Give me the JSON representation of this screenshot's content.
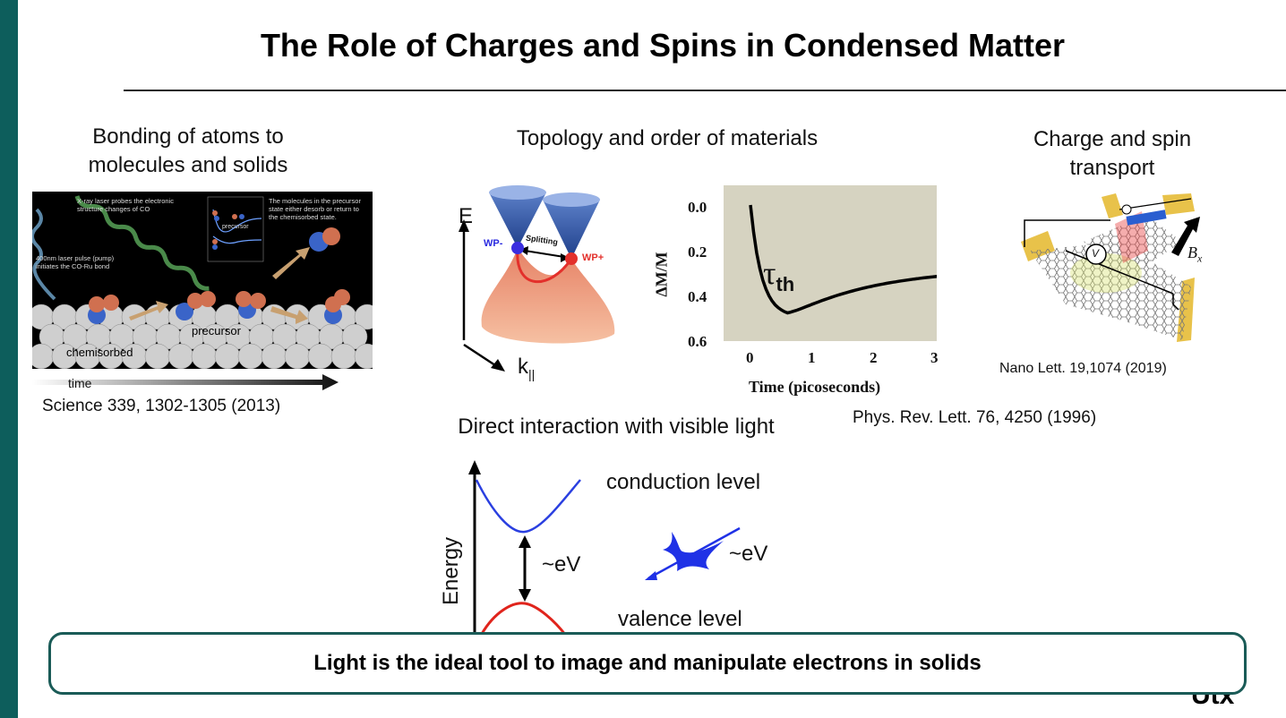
{
  "slide": {
    "title": "The Role of Charges and Spins in Condensed Matter",
    "caption": "Light is the ideal tool to image and manipulate electrons in solids",
    "corner_fragment": "Utx",
    "accent_color": "#0d5e5c"
  },
  "bonding": {
    "heading_line1": "Bonding of atoms to",
    "heading_line2": "molecules and solids",
    "citation": "Science 339, 1302-1305 (2013)",
    "figure": {
      "note_xray": "X-ray laser probes the electronic structure changes of CO",
      "note_pump": "400nm laser pulse (pump) initiates the CO-Ru bond",
      "note_molecules": "The molecules in the precursor state either desorb or return to the chemisorbed state.",
      "label_chemisorbed": "chemisorbed",
      "label_precursor": "precursor",
      "inset_label": "precursor",
      "time_label": "time"
    }
  },
  "topology": {
    "heading": "Topology and order of materials",
    "cone_labels": {
      "e_axis": "E",
      "k_axis": "k",
      "k_sub": "||",
      "wp_minus": "WP-",
      "wp_plus": "WP+",
      "splitting": "Splitting"
    },
    "plot": {
      "yticks": [
        "0.0",
        "0.2",
        "0.4",
        "0.6"
      ],
      "xticks": [
        "0",
        "1",
        "2",
        "3"
      ],
      "ylabel": "ΔM/M",
      "xlabel": "Time (picoseconds)",
      "annotation": "τ",
      "annotation_sub": "th"
    },
    "citation": "Phys. Rev. Lett. 76, 4250 (1996)"
  },
  "transport": {
    "heading_line1": "Charge and spin",
    "heading_line2": "transport",
    "voltmeter": "V",
    "field": "B",
    "field_sub": "x",
    "citation": "Nano Lett. 19,1074 (2019)"
  },
  "light": {
    "heading": "Direct interaction with visible light",
    "energy_axis": "Energy",
    "conduction": "conduction level",
    "valence": "valence level",
    "gap": "~eV",
    "photon": "~eV"
  }
}
